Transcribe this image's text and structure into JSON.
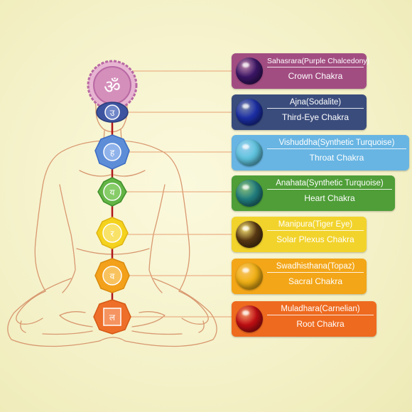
{
  "chakras": [
    {
      "stone": "Sahasrara(Purple Chalcedony)",
      "name": "Crown Chakra",
      "color": "#a24d82",
      "gem": "#3b1667",
      "symbol_color": "#b868a3"
    },
    {
      "stone": "Ajna(Sodalite)",
      "name": "Third-Eye Chakra",
      "color": "#3a4c7c",
      "gem": "#1c2fa8",
      "symbol_color": "#3d54a0"
    },
    {
      "stone": "Vishuddha(Synthetic Turquoise)",
      "name": "Throat Chakra",
      "color": "#68b5e3",
      "gem": "#5fc5e0",
      "symbol_color": "#5e8dd8"
    },
    {
      "stone": "Anahata(Synthetic Turquoise)",
      "name": "Heart Chakra",
      "color": "#4f9e38",
      "gem": "#227f80",
      "symbol_color": "#62b445"
    },
    {
      "stone": "Manipura(Tiger Eye)",
      "name": "Solar Plexus Chakra",
      "color": "#f2d32c",
      "gem": "#5a3a14",
      "symbol_color": "#f4d21d"
    },
    {
      "stone": "Swadhisthana(Topaz)",
      "name": "Sacral Chakra",
      "color": "#f3a618",
      "gem": "#f3b215",
      "symbol_color": "#f3a01a"
    },
    {
      "stone": "Muladhara(Carnelian)",
      "name": "Root Chakra",
      "color": "#ee6a1f",
      "gem": "#c20f14",
      "symbol_color": "#ee6f2a"
    }
  ],
  "colors": {
    "background": "#f4f1c8",
    "body_outline": "#d89870",
    "spine": "#b0161a",
    "connector": "#e8a074"
  }
}
